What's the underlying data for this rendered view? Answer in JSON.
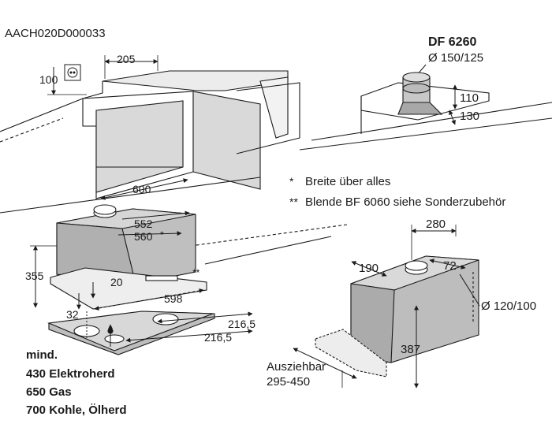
{
  "doc_code": "AACH020D000033",
  "accessory": {
    "name": "DF 6260",
    "diameter": "Ø 150/125",
    "height_small": "110",
    "height_large": "130"
  },
  "notes": [
    {
      "mark": "*",
      "text": "Breite über alles"
    },
    {
      "mark": "**",
      "text": "Blende BF 6060 siehe Sonderzubehör"
    }
  ],
  "left_view": {
    "dims": {
      "d205": "205",
      "d100": "100",
      "d600": "600",
      "d552": "552",
      "d560": "560",
      "d560_mark": "*",
      "d355": "355",
      "d20": "20",
      "d598": "598",
      "d32": "32",
      "d2165_top": "216,5",
      "d2165_bottom": "216,5",
      "note_mark": "**"
    }
  },
  "clearance": {
    "heading": "mind.",
    "lines": [
      "430 Elektroherd",
      "650 Gas",
      "700 Kohle, Ölherd"
    ]
  },
  "right_view": {
    "dims": {
      "d280": "280",
      "d190": "190",
      "d72": "72",
      "d387": "387",
      "outlet": "Ø 120/100"
    },
    "extension_label": "Ausziehbar",
    "extension_range": "295-450"
  }
}
